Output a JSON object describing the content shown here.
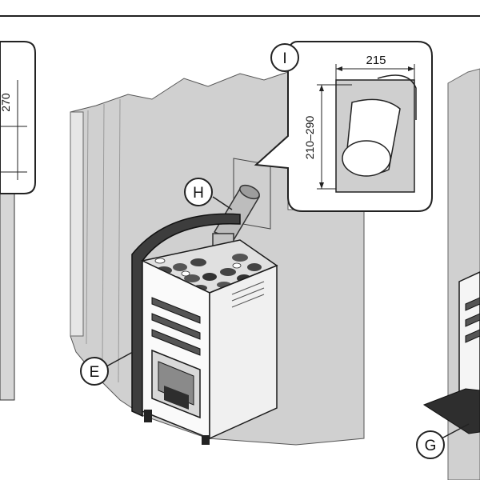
{
  "callouts": {
    "E": "E",
    "G": "G",
    "H": "H",
    "I": "I"
  },
  "dimensions": {
    "width": "215",
    "height_range": "210–290",
    "left_partial": "270"
  },
  "colors": {
    "wall": "#c8c8c8",
    "wall_light": "#e2e2e2",
    "panel_dark": "#3a3a3a",
    "heater_body": "#ffffff",
    "outline": "#1a1a1a",
    "chimney": "#b5b5b5"
  }
}
